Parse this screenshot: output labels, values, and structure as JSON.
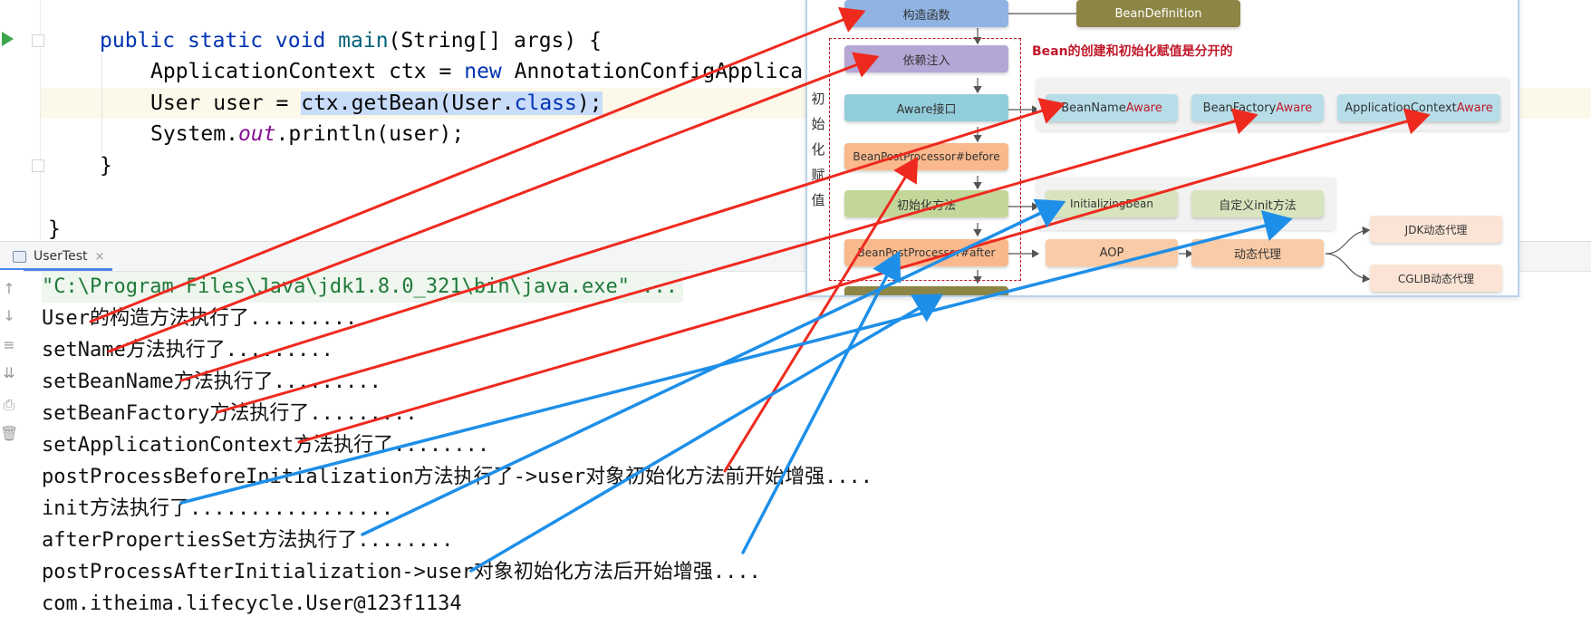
{
  "editor": {
    "code": {
      "main_sig": {
        "kw1": "public",
        "kw2": "static",
        "kw3": "void",
        "name": "main",
        "rest": "(String[] args) {"
      },
      "ctx_line": {
        "type": "ApplicationContext",
        "var": "ctx",
        "eq": "=",
        "kw": "new",
        "cls": "AnnotationConfigApplica"
      },
      "user_line": {
        "type": "User",
        "var": "user",
        "eq": "=",
        "sel_a": "ctx.getBean(User.",
        "sel_kw": "class",
        "sel_b": ");"
      },
      "print_line": {
        "obj": "System.",
        "field": "out",
        "rest": ".println(user);"
      },
      "close_method": "}",
      "close_class": "}"
    }
  },
  "run": {
    "tab_label": "UserTest",
    "tab_close": "×",
    "console_lines": [
      "\"C:\\Program Files\\Java\\jdk1.8.0_321\\bin\\java.exe\" ...",
      "User的构造方法执行了.........",
      "setName方法执行了.........",
      "setBeanName方法执行了.........",
      "setBeanFactory方法执行了.........",
      "setApplicationContext方法执行了........",
      "postProcessBeforeInitialization方法执行了->user对象初始化方法前开始增强....",
      "init方法执行了.................",
      "afterPropertiesSet方法执行了........",
      "postProcessAfterInitialization->user对象初始化方法后开始增强....",
      "com.itheima.lifecycle.User@123f1134"
    ]
  },
  "diagram": {
    "note": "Bean的创建和初始化赋值是分开的",
    "stage_chars": [
      "初",
      "始",
      "化",
      "赋",
      "值"
    ],
    "boxes": {
      "constructor": "构造函数",
      "bean_definition": "BeanDefinition",
      "di": "依赖注入",
      "aware": "Aware接口",
      "bpp_before": "BeanPostProcessor#before",
      "init_method": "初始化方法",
      "bpp_after": "BeanPostProcessor#after",
      "bean_name_aware": {
        "pre": "BeanName",
        "hl": "Aware"
      },
      "bean_factory_aware": {
        "pre": "BeanFactory",
        "hl": "Aware"
      },
      "app_ctx_aware": {
        "pre": "ApplicationContext",
        "hl": "Aware"
      },
      "initializing_bean": "InitializingBean",
      "custom_init": "自定义init方法",
      "aop": "AOP",
      "dynamic_proxy": "动态代理",
      "jdk_proxy": "JDK动态代理",
      "cglib_proxy": "CGLIB动态代理"
    },
    "colors": {
      "constructor": "#8fb4e3",
      "bean_definition": "#8d8545",
      "di": "#b4a7d6",
      "aware": "#92cddc",
      "bpp": "#f9b98c",
      "init": "#c4d79b",
      "proxy": "#fbe4d5",
      "aware_sub": "#b7dee8",
      "init_sub": "#d7e4bd",
      "note_red": "#c0192b",
      "arrow_red": "#ee2a1f",
      "arrow_blue": "#1e8fe8"
    }
  }
}
